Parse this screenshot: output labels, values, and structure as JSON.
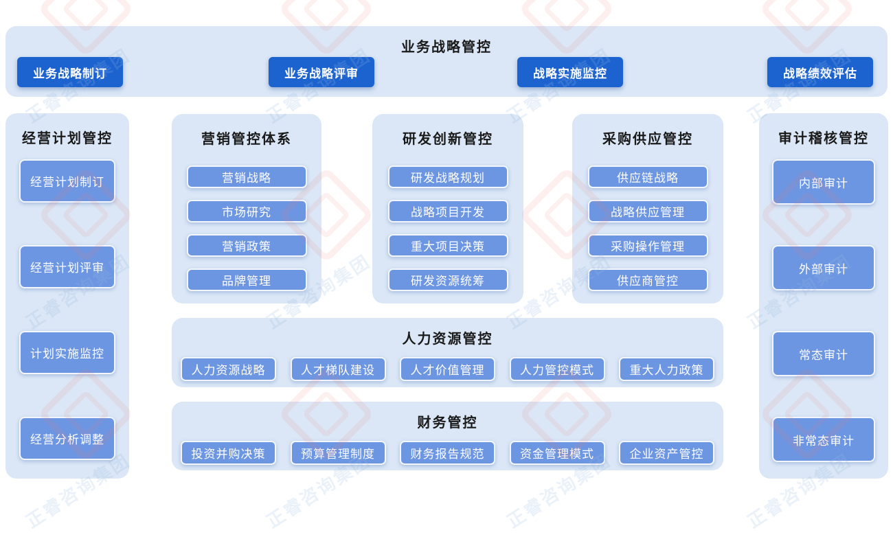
{
  "banner": {
    "title": "业务战略管控",
    "buttons": [
      "业务战略制订",
      "业务战略评审",
      "战略实施监控",
      "战略绩效评估"
    ]
  },
  "left_column": {
    "title": "经营计划管控",
    "items": [
      "经营计划制订",
      "经营计划评审",
      "计划实施监控",
      "经营分析调整"
    ]
  },
  "columns": [
    {
      "title": "营销管控体系",
      "items": [
        "营销战略",
        "市场研究",
        "营销政策",
        "品牌管理"
      ]
    },
    {
      "title": "研发创新管控",
      "items": [
        "研发战略规划",
        "战略项目开发",
        "重大项目决策",
        "研发资源统筹"
      ]
    },
    {
      "title": "采购供应管控",
      "items": [
        "供应链战略",
        "战略供应管理",
        "采购操作管理",
        "供应商管控"
      ]
    }
  ],
  "hr": {
    "title": "人力资源管控",
    "items": [
      "人力资源战略",
      "人才梯队建设",
      "人才价值管理",
      "人力管控模式",
      "重大人力政策"
    ]
  },
  "finance": {
    "title": "财务管控",
    "items": [
      "投资并购决策",
      "预算管理制度",
      "财务报告规范",
      "资金管理模式",
      "企业资产管控"
    ]
  },
  "right_column": {
    "title": "审计稽核管控",
    "items": [
      "内部审计",
      "外部审计",
      "常态审计",
      "非常态审计"
    ]
  },
  "watermark": {
    "text": "正睿咨询集团"
  },
  "colors": {
    "panel_bg": "#dbe7f6",
    "primary_button": "#1d63cf",
    "secondary_button": "#6d96e2",
    "title_text": "#1a1a1a",
    "button_text": "#ffffff"
  }
}
